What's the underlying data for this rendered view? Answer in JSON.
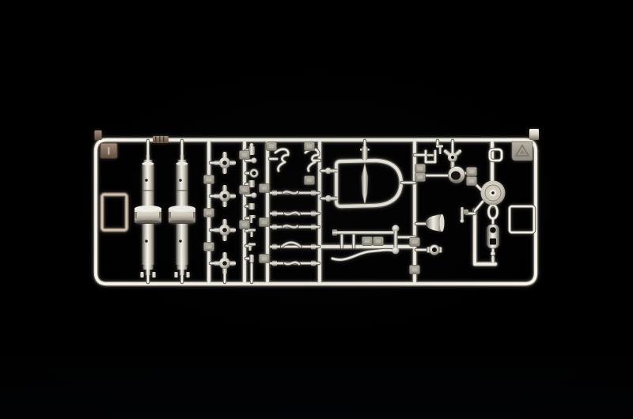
{
  "meta": {
    "subject": "Chrome-plated model kit parts sprue (runner) photographed on a black background"
  },
  "palette": {
    "background": "#000000",
    "chrome_highlight": "#fffef8",
    "chrome_light": "#ece8dc",
    "chrome_mid": "#d8d1c0",
    "chrome_dark": "#57534b",
    "brown_tab": "#8d7363",
    "brown_tab_light": "#a68d7a",
    "brown_tab_dark": "#63503f",
    "plate_gray": "#b9b4a7",
    "hole_dark": "#15140f"
  },
  "sprue": {
    "identifier_letter": "I",
    "tabs": [
      {
        "name": "letter-plate",
        "label": "I"
      },
      {
        "name": "left-open-rectangle-tab",
        "label": ""
      },
      {
        "name": "right-open-rectangle-tab",
        "label": ""
      },
      {
        "name": "recycling-triangle-plate",
        "label": ""
      }
    ],
    "parts_inventory": {
      "axle_shafts": 2,
      "universal_joint_crosses": 4,
      "small_pins_and_fittings": 10,
      "s_hooks": 2,
      "tie_rods": 5,
      "windshield_frame": 1,
      "windshield_center_divider": 1,
      "ball_end_links": 3,
      "steering_rod": 1,
      "curved_spring_rod": 1,
      "u_bracket": 1,
      "t_pin": 1,
      "three_arm_knuckle": 1,
      "cup_housing": 1,
      "bell_housing": 1,
      "ring_knuckle": 1,
      "flag_pin": 1,
      "buckle_loop": 1,
      "wheel_drum": 1,
      "oval_chain_link": 1,
      "shackle_plate": 1,
      "small_end_pin": 1,
      "part_number_tags": 20
    }
  }
}
